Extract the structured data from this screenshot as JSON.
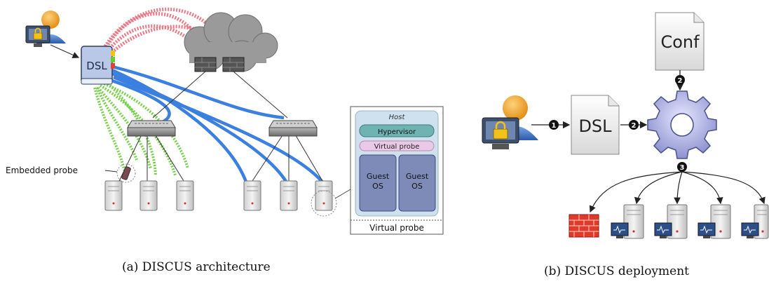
{
  "figure_a": {
    "caption": "(a) DISCUS architecture",
    "dsl_label": "DSL",
    "embedded_probe_label": "Embedded probe",
    "host_box": {
      "title": "Host",
      "hypervisor": "Hypervisor",
      "virtual_probe": "Virtual probe",
      "guest_os_1": [
        "Guest",
        "OS"
      ],
      "guest_os_2": [
        "Guest",
        "OS"
      ],
      "footer": "Virtual probe"
    },
    "colors": {
      "red_links": "#e86070",
      "green_links": "#66cc33",
      "blue_links": "#3b7fe0",
      "cloud": "#9a9a9a",
      "hypervisor": "#6fb3b3",
      "guest_os": "#7e8bb8"
    }
  },
  "figure_b": {
    "caption": "(b) DISCUS deployment",
    "conf_label": "Conf",
    "dsl_label": "DSL",
    "steps": [
      "1",
      "2",
      "2",
      "3"
    ]
  },
  "icons": [
    "user-icon",
    "lock-icon",
    "book-icon",
    "cloud-icon",
    "firewall-icon",
    "switch-icon",
    "server-icon",
    "document-icon",
    "gear-icon",
    "brick-wall-icon"
  ]
}
